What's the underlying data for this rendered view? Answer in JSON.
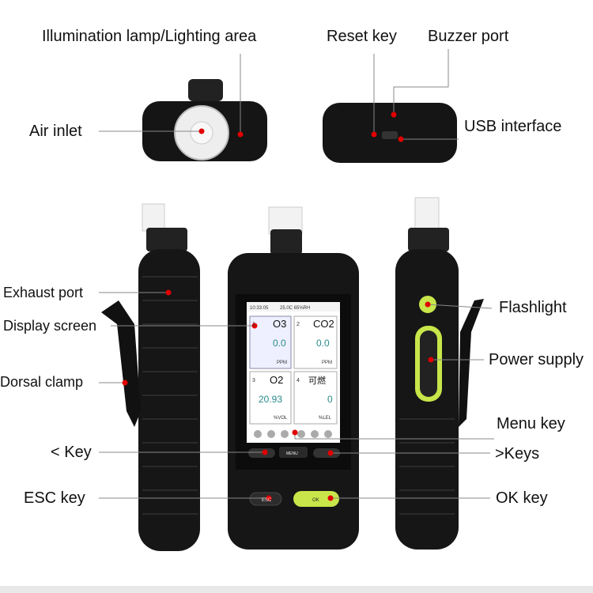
{
  "labels": {
    "illumination": "Illumination lamp/Lighting area",
    "reset_key": "Reset key",
    "buzzer_port": "Buzzer port",
    "air_inlet": "Air inlet",
    "usb_interface": "USB interface",
    "exhaust_port": "Exhaust port",
    "display_screen": "Display screen",
    "dorsal_clamp": "Dorsal clamp",
    "flashlight": "Flashlight",
    "power_supply": "Power supply",
    "menu_key": "Menu key",
    "left_key": "< Key",
    "right_keys": ">Keys",
    "esc_key": "ESC key",
    "ok_key": "OK key"
  },
  "screen": {
    "time": "10:33:05",
    "temp_humidity": "25.0C 65%RH",
    "cells": [
      {
        "index": "1",
        "gas": "O3",
        "value": "0.0",
        "unit": "PPM"
      },
      {
        "index": "2",
        "gas": "CO2",
        "value": "0.0",
        "unit": "PPM"
      },
      {
        "index": "3",
        "gas": "O2",
        "value": "20.93",
        "unit": "%VOL"
      },
      {
        "index": "4",
        "gas": "可燃",
        "value": "0",
        "unit": "%LEL"
      }
    ],
    "menu_label": "MENU",
    "esc_label": "ESC",
    "ok_label": "OK"
  },
  "colors": {
    "device_body": "#1a1a1a",
    "accent_green": "#c8e64a",
    "marker_red": "#e00000",
    "screen_value_teal": "#2a8a8a"
  }
}
